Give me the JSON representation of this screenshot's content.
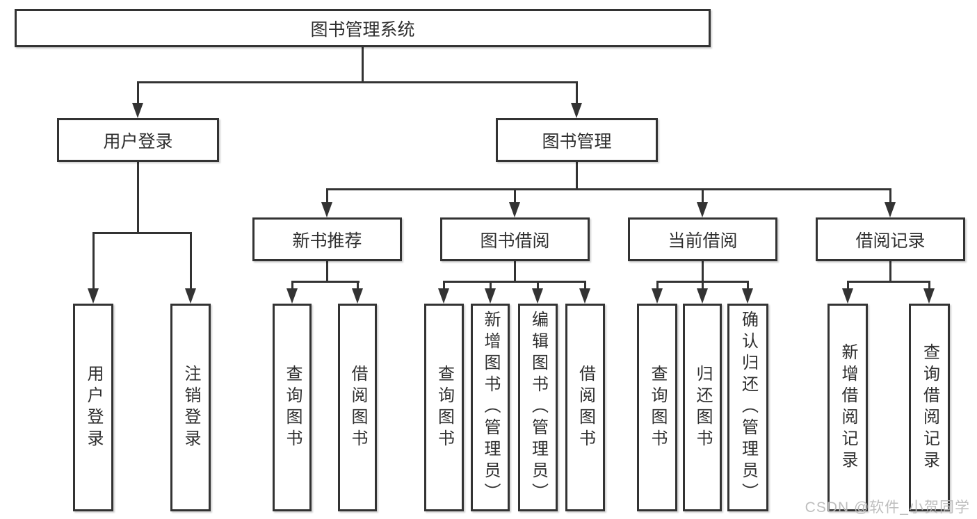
{
  "nodes": {
    "root": "图书管理系统",
    "user_login": "用户登录",
    "book_management": "图书管理",
    "new_book_recommend": "新书推荐",
    "book_borrow": "图书借阅",
    "current_borrow": "当前借阅",
    "borrow_record": "借阅记录",
    "leaf_user_login": "用户登录",
    "leaf_logout": "注销登录",
    "leaf_rec_query_book": "查询图书",
    "leaf_rec_borrow_book": "借阅图书",
    "leaf_bb_query_book": "查询图书",
    "leaf_bb_add_book": "新增图书（管理员）",
    "leaf_bb_edit_book": "编辑图书（管理员）",
    "leaf_bb_borrow_book": "借阅图书",
    "leaf_cb_query_book": "查询图书",
    "leaf_cb_return_book": "归还图书",
    "leaf_cb_confirm_return": "确认归还（管理员）",
    "leaf_br_add_record": "新增借阅记录",
    "leaf_br_query_record": "查询借阅记录"
  },
  "watermark": "CSDN @软件_小贺同学",
  "colors": {
    "line": "#333333",
    "box_border": "#333333",
    "text": "#2f2f2f",
    "watermark": "#bababa",
    "background": "#ffffff"
  }
}
